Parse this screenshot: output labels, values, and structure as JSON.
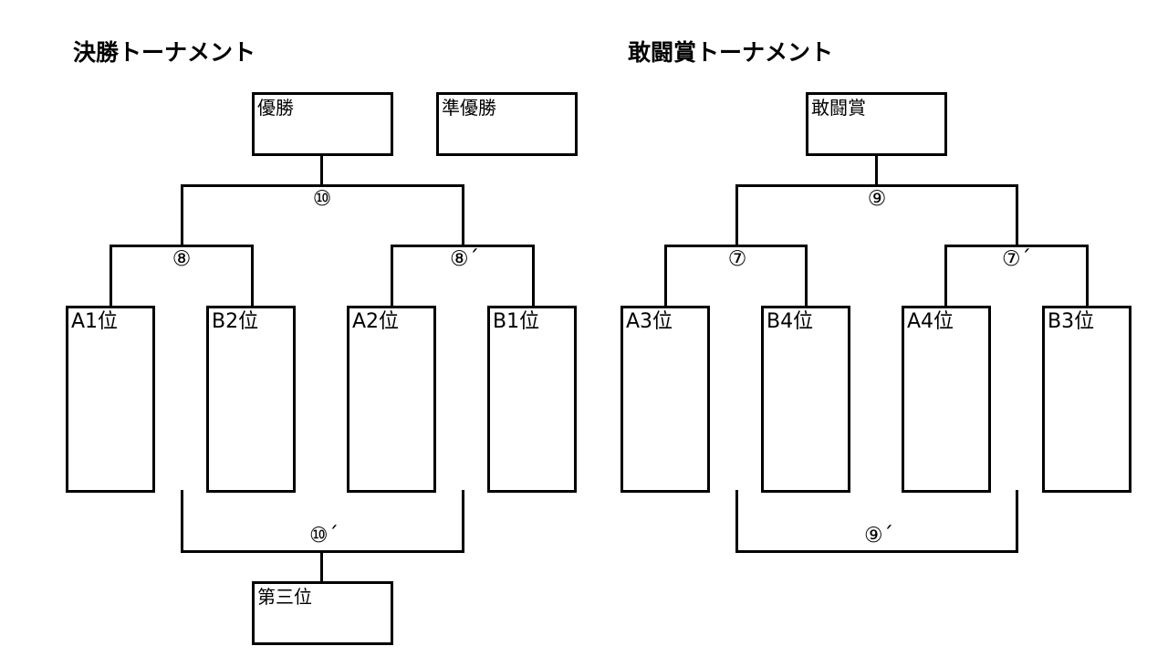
{
  "final_tournament": {
    "title": "決勝トーナメント",
    "winner": "優勝",
    "runner_up": "準優勝",
    "third_place": "第三位",
    "match_final": "⑩",
    "match_semi_left": "⑧",
    "match_semi_right": "⑧´",
    "match_third": "⑩´",
    "teams": [
      "A1位",
      "B2位",
      "A2位",
      "B1位"
    ]
  },
  "fighting_spirit_tournament": {
    "title": "敢闘賞トーナメント",
    "winner": "敢闘賞",
    "match_final": "⑨",
    "match_semi_left": "⑦",
    "match_semi_right": "⑦´",
    "match_third": "⑨´",
    "teams": [
      "A3位",
      "B4位",
      "A4位",
      "B3位"
    ]
  }
}
